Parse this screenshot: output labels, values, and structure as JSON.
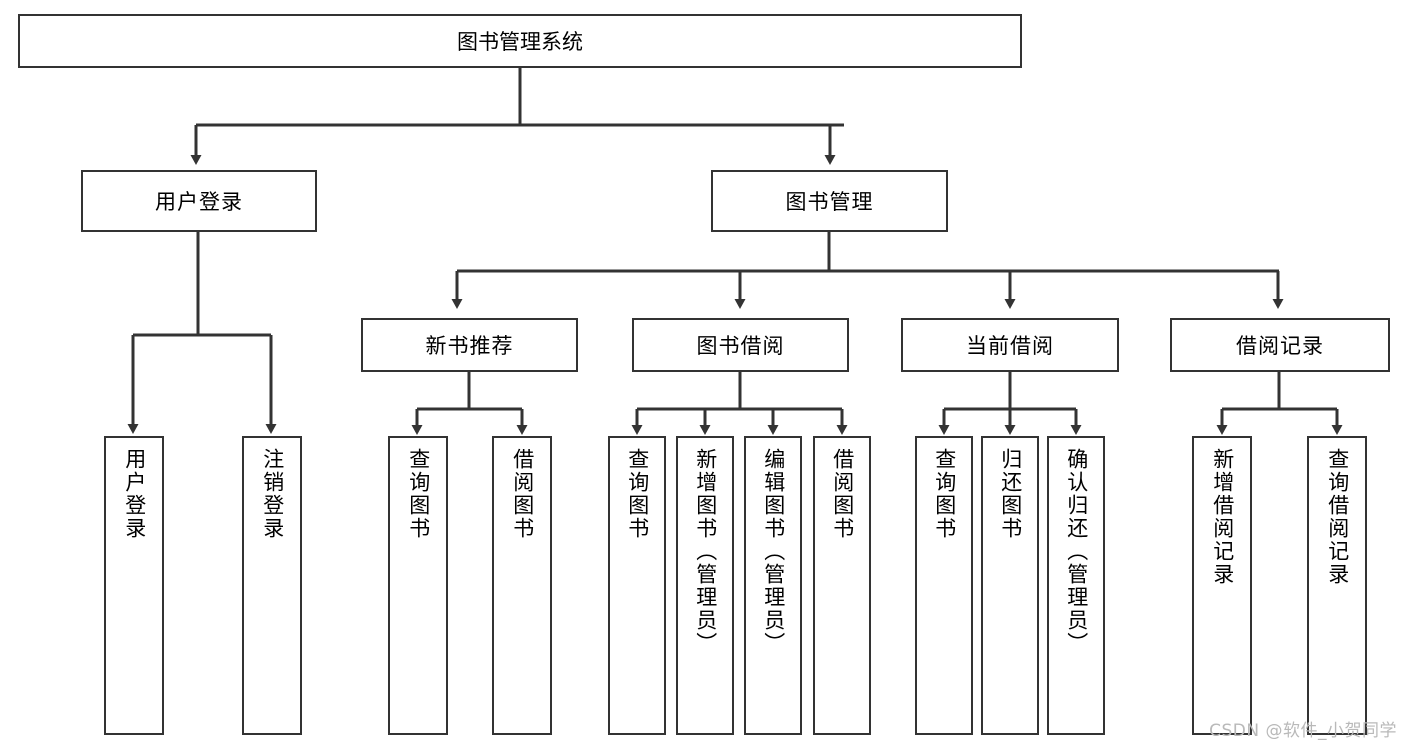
{
  "diagram": {
    "title": "图书管理系统",
    "type": "hierarchy-tree",
    "watermark": "CSDN @软件_小贺同学",
    "colors": {
      "box_border": "#333333",
      "box_fill": "#ffffff",
      "connector": "#333333",
      "text": "#000000",
      "watermark": "#b9b9b9"
    },
    "levels": {
      "root": {
        "label": "图书管理系统"
      },
      "level2": [
        {
          "label": "用户登录"
        },
        {
          "label": "图书管理"
        }
      ],
      "level3": [
        {
          "label": "新书推荐"
        },
        {
          "label": "图书借阅"
        },
        {
          "label": "当前借阅"
        },
        {
          "label": "借阅记录"
        }
      ],
      "leaves": {
        "用户登录": [
          {
            "label": "用户登录"
          },
          {
            "label": "注销登录"
          }
        ],
        "新书推荐": [
          {
            "label": "查询图书"
          },
          {
            "label": "借阅图书"
          }
        ],
        "图书借阅": [
          {
            "label": "查询图书"
          },
          {
            "label": "新增图书（管理员）"
          },
          {
            "label": "编辑图书（管理员）"
          },
          {
            "label": "借阅图书"
          }
        ],
        "当前借阅": [
          {
            "label": "查询图书"
          },
          {
            "label": "归还图书"
          },
          {
            "label": "确认归还（管理员）"
          }
        ],
        "借阅记录": [
          {
            "label": "新增借阅记录"
          },
          {
            "label": "查询借阅记录"
          }
        ]
      }
    }
  }
}
